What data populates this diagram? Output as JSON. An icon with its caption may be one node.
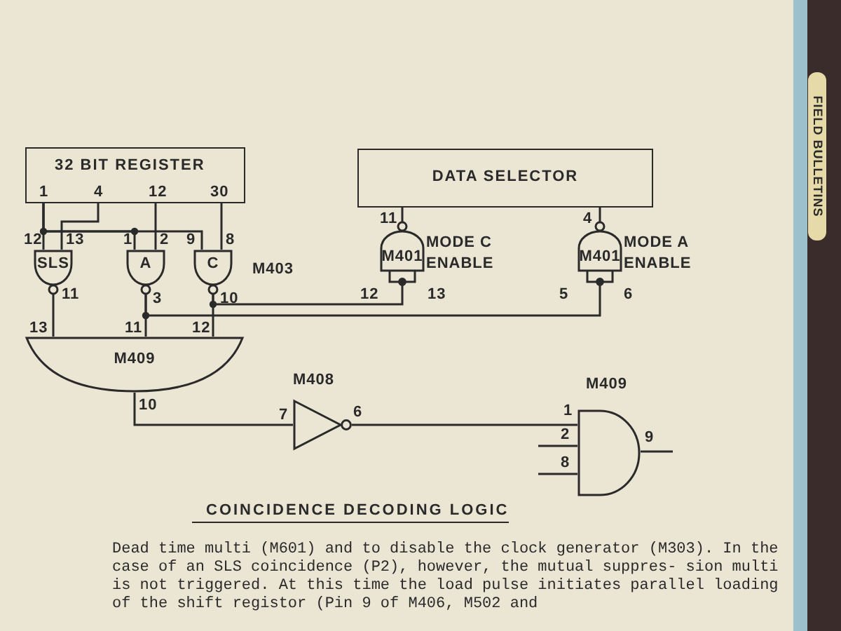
{
  "diagram": {
    "caption": "COINCIDENCE DECODING LOGIC",
    "nodes": [
      {
        "text": [
          "32 BIT REGISTER"
        ]
      },
      {
        "text": [
          "DATA SELECTOR"
        ]
      },
      {
        "text": [
          "SLS"
        ]
      },
      {
        "text": [
          "A"
        ]
      },
      {
        "text": [
          "C"
        ]
      },
      {
        "text": [
          "M401"
        ],
        "beside": [
          "MODE C ENABLE"
        ]
      },
      {
        "text": [
          "M401"
        ],
        "beside": [
          "MODE A ENABLE"
        ]
      },
      {
        "text": [
          "M409"
        ]
      },
      {
        "text": [
          "M408"
        ]
      },
      {
        "text": [
          "M409"
        ]
      }
    ],
    "edges": [
      {
        "from": 0,
        "to": 2,
        "arrow": "none"
      },
      {
        "from": 0,
        "to": 3,
        "arrow": "none"
      },
      {
        "from": 0,
        "to": 4,
        "arrow": "none"
      },
      {
        "from": 0,
        "to": 2,
        "arrow": "none"
      },
      {
        "from": 0,
        "to": 3,
        "arrow": "none"
      },
      {
        "from": 0,
        "to": 4,
        "arrow": "none"
      },
      {
        "from": 2,
        "to": 7,
        "arrow": "none"
      },
      {
        "from": 3,
        "to": 7,
        "arrow": "none"
      },
      {
        "from": 3,
        "to": 6,
        "arrow": "none"
      },
      {
        "from": 4,
        "to": 7,
        "arrow": "none"
      },
      {
        "from": 4,
        "to": 5,
        "arrow": "none"
      },
      {
        "from": 5,
        "to": 1,
        "arrow": "none"
      },
      {
        "from": 6,
        "to": 1,
        "arrow": "none"
      },
      {
        "from": 7,
        "to": 8,
        "arrow": "none"
      },
      {
        "from": 8,
        "to": 9,
        "arrow": "none"
      },
      {
        "from": null,
        "to": 9,
        "arrow": "none"
      },
      {
        "from": null,
        "to": 9,
        "arrow": "none"
      },
      {
        "from": 9,
        "to": null,
        "arrow": "none"
      }
    ],
    "labels": [
      "1",
      "4",
      "12",
      "30",
      "11",
      "4",
      "12",
      "13",
      "1",
      "2",
      "9",
      "8",
      "M403",
      "11",
      "3",
      "10",
      "12",
      "13",
      "5",
      "6",
      "13",
      "11",
      "12",
      "10",
      "7",
      "6",
      "1",
      "2",
      "8",
      "9",
      "Dead time multi (M601) and to disable the clock generator (M303). In the case of an SLS coincidence (P2), however, the mutual suppres- sion multi is not triggered. At this time the load pulse initiates parallel loading of the shift registor (Pin 9 of M406, M502 and",
      "FIELD BULLETINS"
    ]
  }
}
